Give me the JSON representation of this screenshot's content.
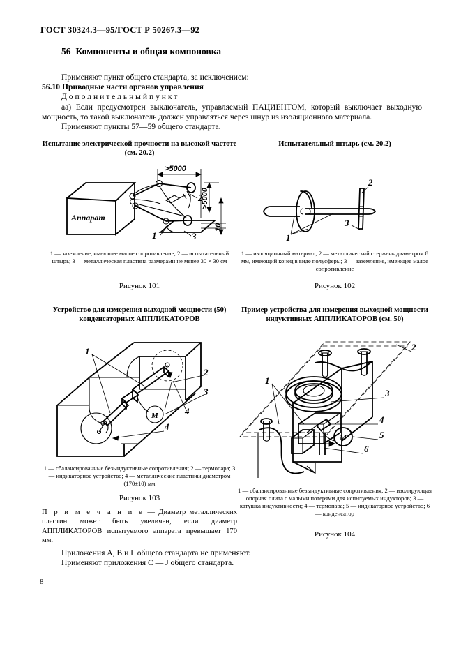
{
  "document": {
    "header": "ГОСТ 30324.3—95/ГОСТ Р 50267.3—92",
    "page_number": "8",
    "section": {
      "number": "56",
      "title": "Компоненты и общая компоновка"
    }
  },
  "body": {
    "line1": "Применяют пункт общего стандарта, за исключением:",
    "subhead": "56.10  Приводные части органов управления",
    "additional_item": "Д о п о л н и т е л ь н ы й   п у н к т",
    "item_aa": "аа)  Если предусмотрен выключатель, управляемый ПАЦИЕНТОМ, который выключает выходную мощность, то такой выключатель должен управляться через шнур из изоляционного материала.",
    "line_last": "Применяют пункты 57—59 общего стандарта."
  },
  "figures": [
    {
      "id": "fig-101",
      "title": "Испытание электрической прочности на высокой частоте (см. 20.2)",
      "caption": "1 — заземление, имеющее малое сопротивление; 2 — испытательный штырь; 3 — металлическая пластина размерами не менее 30 × 30 см",
      "number": "Рисунок 101",
      "diagram_labels": {
        "apparatus": "Аппарат",
        "dim_horizontal": ">5000",
        "dim_vertical": ">5000",
        "dim_small": "10",
        "callouts": [
          "1",
          "2",
          "3"
        ]
      }
    },
    {
      "id": "fig-102",
      "title": "Испытательный штырь (см. 20.2)",
      "caption": "1 — изоляционный материал; 2 — металлический стержень диаметром 8 мм, имеющий конец в виде полусферы; 3 — заземление, имеющее малое сопротивление",
      "number": "Рисунок 102",
      "diagram_labels": {
        "callouts": [
          "1",
          "2",
          "3"
        ]
      }
    },
    {
      "id": "fig-103",
      "title": "Устройство для измерения выходной мощности (50) конденсаторных АППЛИКАТОРОВ",
      "caption": "1 — сбалансированные безындуктивные сопротивления; 2 — термопара; 3 — индикаторное устройство; 4 — металлические пластины диаметром (170±10) мм",
      "number": "Рисунок 103",
      "diagram_labels": {
        "meter": "M",
        "callouts": [
          "1",
          "2",
          "3",
          "4",
          "4"
        ]
      }
    },
    {
      "id": "fig-104",
      "title": "Пример устройства для измерения выходной мощности индуктивных АППЛИКАТОРОВ (см. 50)",
      "caption": "1 — сбалансированные безындуктивные сопротивления; 2 — изолирующая опорная плита с малыми потерями для испытуемых индукторов; 3 — катушка индуктивности; 4 — термопара; 5 — индикаторное устройство; 6 — конденсатор",
      "number": "Рисунок 104",
      "diagram_labels": {
        "meter": "M",
        "callouts": [
          "1",
          "2",
          "3",
          "4",
          "5",
          "6"
        ]
      }
    }
  ],
  "note": {
    "label": "П р и м е ч а н и е",
    "dash": " — ",
    "text": "Диаметр   металлических пластин может быть увеличен, если диаметр АППЛИКАТОРОВ испытуемого аппарата превышает 170 мм."
  },
  "closing": {
    "line1": "Приложения А, В и L общего стандарта не применяют.",
    "line2": "Применяют приложения С — J общего стандарта."
  }
}
